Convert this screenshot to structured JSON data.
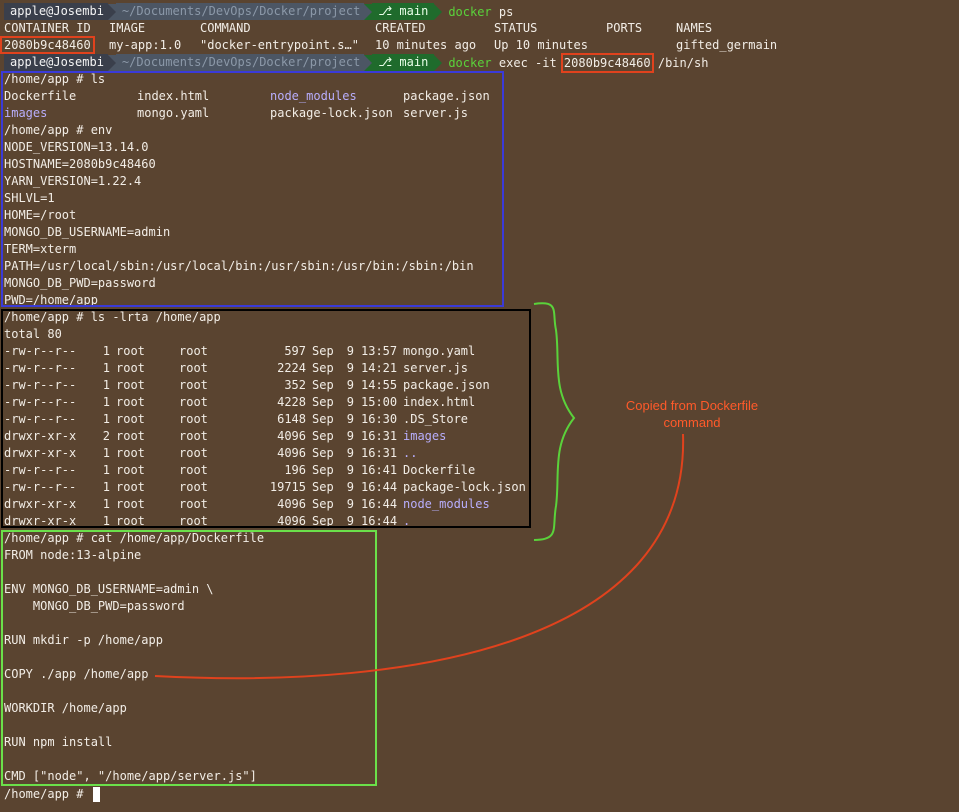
{
  "prompt": {
    "user": "apple@Josembi",
    "path": "~/Documents/DevOps/Docker/project",
    "branch": "main",
    "branch_icon": "git-branch-icon"
  },
  "cmd1": {
    "program": "docker",
    "args": " ps"
  },
  "ps": {
    "headers": [
      "CONTAINER ID",
      "IMAGE",
      "COMMAND",
      "CREATED",
      "STATUS",
      "PORTS",
      "NAMES"
    ],
    "row": [
      "2080b9c48460",
      "my-app:1.0",
      "\"docker-entrypoint.s…\"",
      "10 minutes ago",
      "Up 10 minutes",
      "",
      "gifted_germain"
    ]
  },
  "cmd2": {
    "program": "docker",
    "args_pre": " exec -it ",
    "container_id": "2080b9c48460",
    "args_post": " /bin/sh"
  },
  "ls_cmd": "/home/app # ls",
  "ls_files": [
    {
      "name": "Dockerfile",
      "dir": false
    },
    {
      "name": "index.html",
      "dir": false
    },
    {
      "name": "node_modules",
      "dir": true
    },
    {
      "name": "package.json",
      "dir": false
    },
    {
      "name": "images",
      "dir": true
    },
    {
      "name": "mongo.yaml",
      "dir": false
    },
    {
      "name": "package-lock.json",
      "dir": false
    },
    {
      "name": "server.js",
      "dir": false
    }
  ],
  "env_cmd": "/home/app # env",
  "env_lines": [
    "NODE_VERSION=13.14.0",
    "HOSTNAME=2080b9c48460",
    "YARN_VERSION=1.22.4",
    "SHLVL=1",
    "HOME=/root",
    "MONGO_DB_USERNAME=admin",
    "TERM=xterm",
    "PATH=/usr/local/sbin:/usr/local/bin:/usr/sbin:/usr/bin:/sbin:/bin",
    "MONGO_DB_PWD=password",
    "PWD=/home/app"
  ],
  "lsl_cmd": "/home/app # ls -lrta /home/app",
  "lsl_total": "total 80",
  "lsl_rows": [
    {
      "perm": "-rw-r--r--",
      "links": "1",
      "user": "root",
      "group": "root",
      "size": "597",
      "mon": "Sep",
      "day": "9",
      "time": "13:57",
      "name": "mongo.yaml",
      "dir": false
    },
    {
      "perm": "-rw-r--r--",
      "links": "1",
      "user": "root",
      "group": "root",
      "size": "2224",
      "mon": "Sep",
      "day": "9",
      "time": "14:21",
      "name": "server.js",
      "dir": false
    },
    {
      "perm": "-rw-r--r--",
      "links": "1",
      "user": "root",
      "group": "root",
      "size": "352",
      "mon": "Sep",
      "day": "9",
      "time": "14:55",
      "name": "package.json",
      "dir": false
    },
    {
      "perm": "-rw-r--r--",
      "links": "1",
      "user": "root",
      "group": "root",
      "size": "4228",
      "mon": "Sep",
      "day": "9",
      "time": "15:00",
      "name": "index.html",
      "dir": false
    },
    {
      "perm": "-rw-r--r--",
      "links": "1",
      "user": "root",
      "group": "root",
      "size": "6148",
      "mon": "Sep",
      "day": "9",
      "time": "16:30",
      "name": ".DS_Store",
      "dir": false
    },
    {
      "perm": "drwxr-xr-x",
      "links": "2",
      "user": "root",
      "group": "root",
      "size": "4096",
      "mon": "Sep",
      "day": "9",
      "time": "16:31",
      "name": "images",
      "dir": true
    },
    {
      "perm": "drwxr-xr-x",
      "links": "1",
      "user": "root",
      "group": "root",
      "size": "4096",
      "mon": "Sep",
      "day": "9",
      "time": "16:31",
      "name": "..",
      "dir": true
    },
    {
      "perm": "-rw-r--r--",
      "links": "1",
      "user": "root",
      "group": "root",
      "size": "196",
      "mon": "Sep",
      "day": "9",
      "time": "16:41",
      "name": "Dockerfile",
      "dir": false
    },
    {
      "perm": "-rw-r--r--",
      "links": "1",
      "user": "root",
      "group": "root",
      "size": "19715",
      "mon": "Sep",
      "day": "9",
      "time": "16:44",
      "name": "package-lock.json",
      "dir": false
    },
    {
      "perm": "drwxr-xr-x",
      "links": "1",
      "user": "root",
      "group": "root",
      "size": "4096",
      "mon": "Sep",
      "day": "9",
      "time": "16:44",
      "name": "node_modules",
      "dir": true
    },
    {
      "perm": "drwxr-xr-x",
      "links": "1",
      "user": "root",
      "group": "root",
      "size": "4096",
      "mon": "Sep",
      "day": "9",
      "time": "16:44",
      "name": ".",
      "dir": true
    }
  ],
  "cat_cmd": "/home/app # cat /home/app/Dockerfile",
  "dockerfile_lines": [
    "FROM node:13-alpine",
    "",
    "ENV MONGO_DB_USERNAME=admin \\",
    "    MONGO_DB_PWD=password",
    "",
    "RUN mkdir -p /home/app",
    "",
    "COPY ./app /home/app",
    "",
    "WORKDIR /home/app",
    "",
    "RUN npm install",
    "",
    "CMD [\"node\", \"/home/app/server.js\"]"
  ],
  "final_prompt": "/home/app # ",
  "annotation": {
    "text": "Copied from Dockerfile command"
  },
  "colors": {
    "background": "#5a4430",
    "blue_box": "#3a3ad8",
    "black_box": "#000000",
    "green_box": "#6be04a",
    "red_box": "#e0421d",
    "directory": "#b8aefc",
    "docker_cmd": "#5ad23b",
    "annotation": "#ff5a2a"
  }
}
